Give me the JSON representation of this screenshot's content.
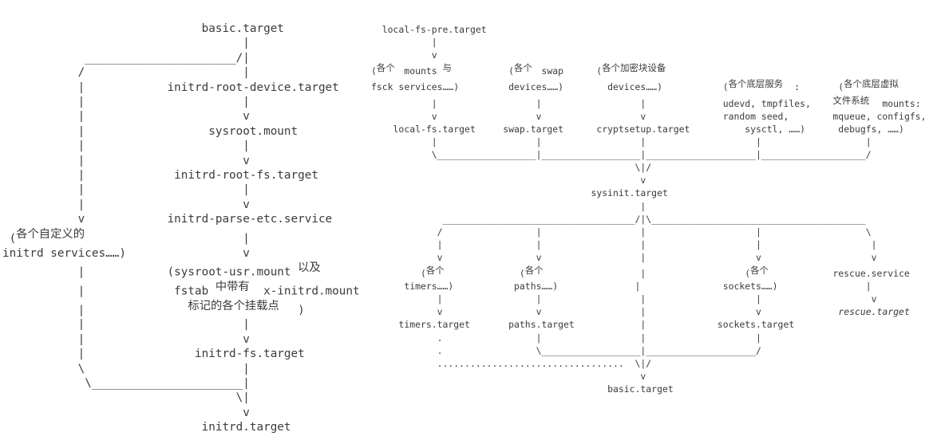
{
  "page": {
    "background": "#ffffff",
    "text_color": "#3b3b3b"
  },
  "initrd_diagram": {
    "lines": [
      "                             basic.target",
      "                                   |",
      "            ______________________/|",
      "           /                       |",
      "           |            initrd-root-device.target",
      "           |                       |",
      "           |                       v",
      "           |                  sysroot.mount",
      "           |                       |",
      "           |                       v",
      "           |             initrd-root-fs.target",
      "           |                       |",
      "           |                       v",
      "           v            initrd-parse-etc.service",
      " (各个自定义的                     |",
      "initrd services……)                 v",
      "           |            (sysroot-usr.mount 以及",
      "           |             fstab 中带有 x-initrd.mount",
      "           |               标记的各个挂载点)",
      "           |                       |",
      "           |                       v",
      "           |                initrd-fs.target",
      "           \\                       |",
      "            \\______________________|",
      "                                  \\|",
      "                                   v",
      "                             initrd.target"
    ]
  },
  "sysinit_diagram": {
    "lines": [
      "  local-fs-pre.target",
      "           |",
      "           v",
      "(各个 mounts 与          (各个 swap      (各个加密块设备",
      "fsck services……)         devices……)        devices……)           (各个底层服务:       (各个底层虚拟",
      "           |                  |                  |              udevd, tmpfiles,    文件系统 mounts:",
      "           v                  v                  v              random seed,        mqueue, configfs,",
      "    local-fs.target     swap.target      cryptsetup.target          sysctl, ……)      debugfs, ……)",
      "           |                  |                  |                    |                   |",
      "           \\__________________|__________________|____________________|___________________/",
      "                                                \\|/",
      "                                                 v",
      "                                        sysinit.target",
      "                                                 |",
      "             ___________________________________/|\\_______________________________________",
      "            /                 |                  |                    |                   \\",
      "            |                 |                  |                    |                    |",
      "            v                 v                  |                    v                    v",
      "         (各个             (各个                 |                  (各个           rescue.service",
      "      timers……)           paths……)              |               sockets……)                |",
      "            |                 |                  |                    |                    v",
      "            v                 v                  |                    v              *rescue.target*",
      "     timers.target       paths.target            |             sockets.target",
      "            .                 |                  |                    |",
      "            .                 \\__________________|____________________/",
      "            ..................................  \\|/",
      "                                                 v",
      "                                           basic.target"
    ]
  }
}
